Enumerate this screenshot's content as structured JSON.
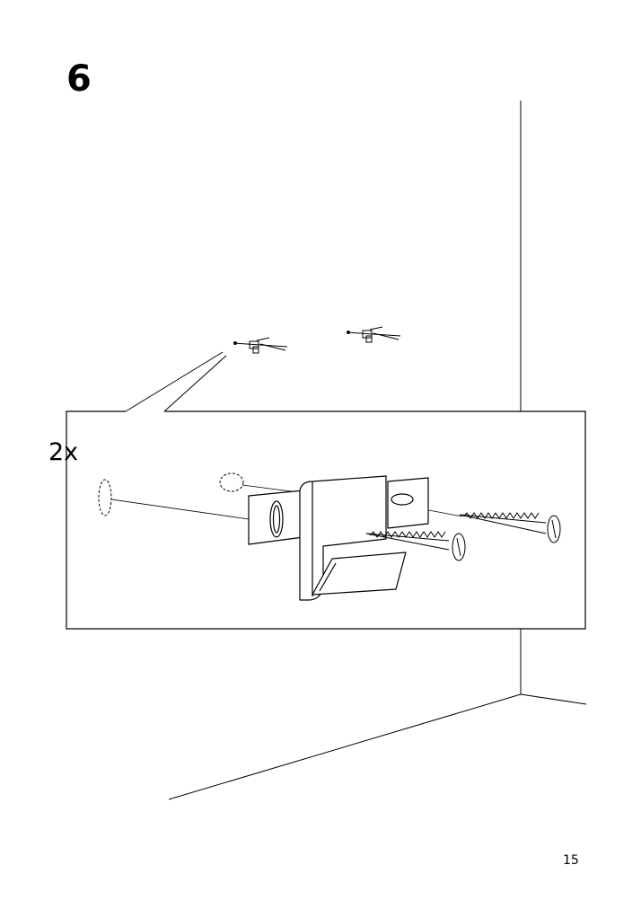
{
  "step": {
    "number": "6"
  },
  "detail": {
    "quantity": "2x"
  },
  "footer": {
    "page_number": "15"
  }
}
